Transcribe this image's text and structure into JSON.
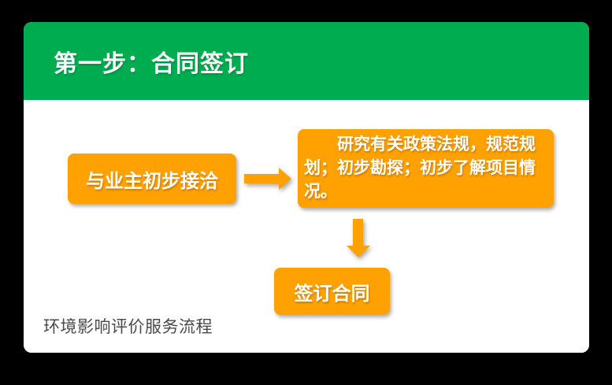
{
  "theme": {
    "page_bg": "#000000",
    "card_bg": "#ffffff",
    "green": "#00AC50",
    "orange": "#FFA101",
    "box_text": "#ffffff",
    "label_gray": "#4A4A4A"
  },
  "card": {
    "header": {
      "title": "第一步：合同签订"
    },
    "flow": {
      "steps": [
        {
          "id": "initial-contact",
          "label": "与业主初步接洽"
        },
        {
          "id": "research",
          "label": "研究有关政策法规，规范规划；初步勘探；初步了解项目情况。"
        },
        {
          "id": "sign-contract",
          "label": "签订合同"
        }
      ],
      "connectors": [
        {
          "icon": "arrow-right-icon",
          "from": "initial-contact",
          "to": "research"
        },
        {
          "icon": "arrow-down-icon",
          "from": "research",
          "to": "sign-contract"
        }
      ]
    },
    "footer": {
      "caption": "环境影响评价服务流程"
    }
  }
}
